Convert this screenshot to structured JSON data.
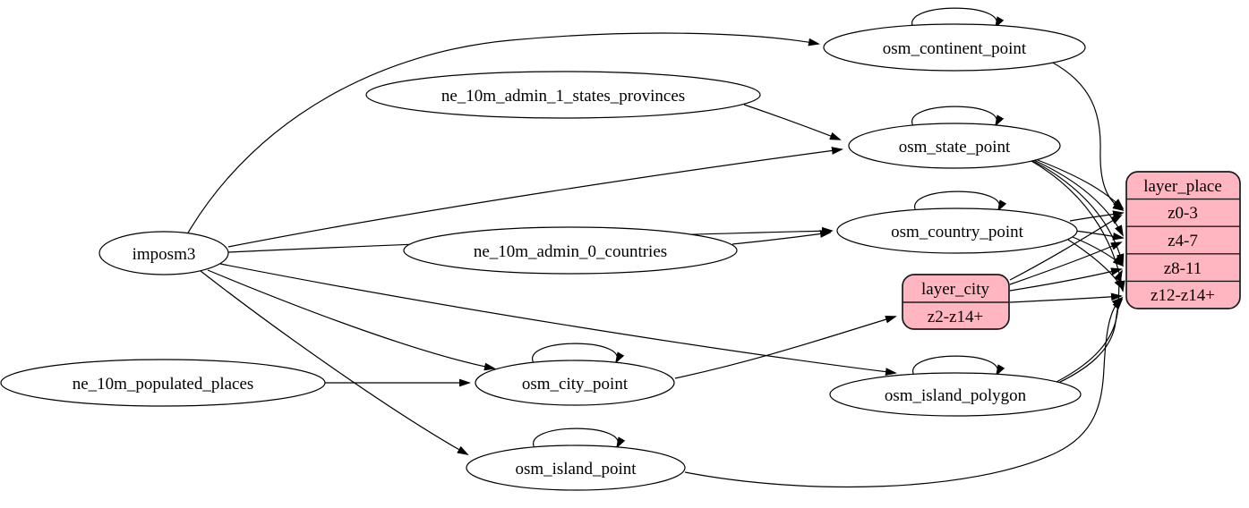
{
  "diagram": {
    "type": "graphviz-etl-flow",
    "colors": {
      "background": "#ffffff",
      "ellipse_fill": "#ffffff",
      "record_fill": "#ffb6c1",
      "stroke": "#000000"
    },
    "nodes": {
      "imposm3": {
        "label": "imposm3",
        "shape": "ellipse"
      },
      "ne_10m_admin_1_states_provinces": {
        "label": "ne_10m_admin_1_states_provinces",
        "shape": "ellipse"
      },
      "ne_10m_admin_0_countries": {
        "label": "ne_10m_admin_0_countries",
        "shape": "ellipse"
      },
      "ne_10m_populated_places": {
        "label": "ne_10m_populated_places",
        "shape": "ellipse"
      },
      "osm_continent_point": {
        "label": "osm_continent_point",
        "shape": "ellipse"
      },
      "osm_state_point": {
        "label": "osm_state_point",
        "shape": "ellipse"
      },
      "osm_country_point": {
        "label": "osm_country_point",
        "shape": "ellipse"
      },
      "osm_city_point": {
        "label": "osm_city_point",
        "shape": "ellipse"
      },
      "osm_island_polygon": {
        "label": "osm_island_polygon",
        "shape": "ellipse"
      },
      "osm_island_point": {
        "label": "osm_island_point",
        "shape": "ellipse"
      }
    },
    "records": {
      "layer_city": {
        "title": "layer_city",
        "rows": [
          "z2-z14+"
        ]
      },
      "layer_place": {
        "title": "layer_place",
        "rows": [
          "z0-3",
          "z4-7",
          "z8-11",
          "z12-z14+"
        ]
      }
    },
    "edges": [
      "imposm3 -> osm_continent_point",
      "imposm3 -> osm_state_point",
      "imposm3 -> osm_country_point",
      "imposm3 -> osm_city_point",
      "imposm3 -> osm_island_polygon",
      "imposm3 -> osm_island_point",
      "ne_10m_admin_1_states_provinces -> osm_state_point",
      "ne_10m_admin_0_countries -> osm_country_point",
      "ne_10m_populated_places -> osm_city_point",
      "osm_continent_point -> osm_continent_point",
      "osm_state_point -> osm_state_point",
      "osm_country_point -> osm_country_point",
      "osm_city_point -> osm_city_point",
      "osm_island_polygon -> osm_island_polygon",
      "osm_island_point -> osm_island_point",
      "osm_continent_point -> layer_place:z0-3",
      "osm_state_point -> layer_place:z0-3",
      "osm_state_point -> layer_place:z4-7",
      "osm_state_point -> layer_place:z8-11",
      "osm_state_point -> layer_place:z12-z14+",
      "osm_country_point -> layer_place:z0-3",
      "osm_country_point -> layer_place:z4-7",
      "osm_country_point -> layer_place:z8-11",
      "osm_country_point -> layer_place:z12-z14+",
      "osm_city_point -> layer_city:z2-z14+",
      "layer_city -> layer_place:z0-3",
      "layer_city -> layer_place:z4-7",
      "layer_city -> layer_place:z8-11",
      "layer_city -> layer_place:z12-z14+",
      "osm_island_polygon -> layer_place:z8-11",
      "osm_island_polygon -> layer_place:z12-z14+",
      "osm_island_point -> layer_place:z12-z14+"
    ]
  }
}
